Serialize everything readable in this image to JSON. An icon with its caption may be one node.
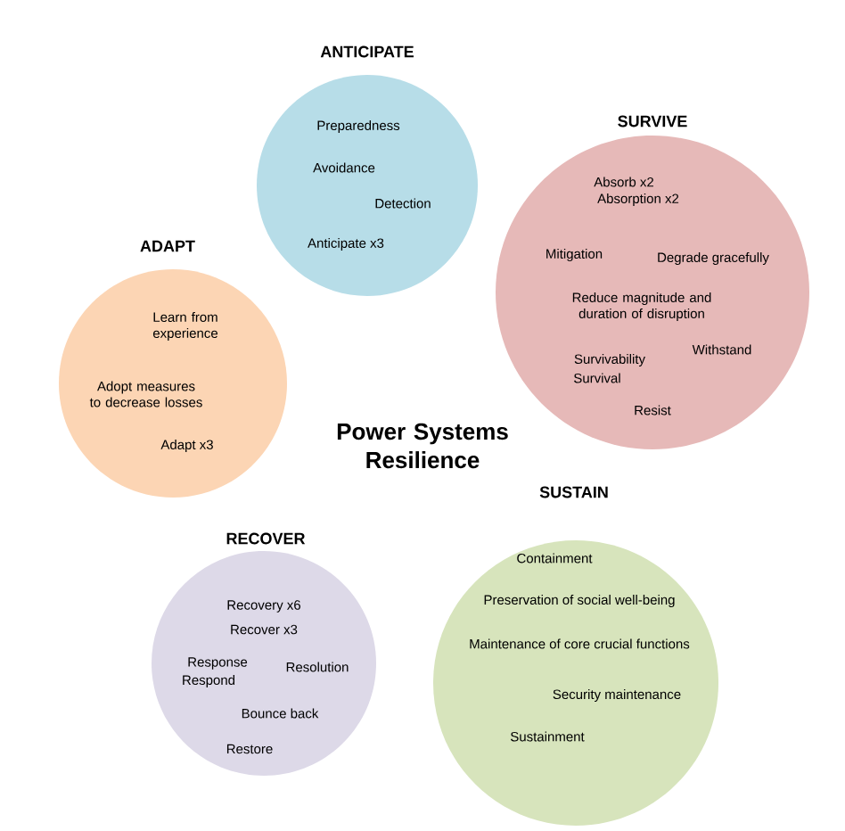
{
  "diagram": {
    "title": "Power Systems Resilience",
    "nodes": [
      {
        "text": [
          "ANTICIPATE",
          "Preparedness",
          "Avoidance",
          "Detection",
          "Anticipate x3"
        ]
      },
      {
        "text": [
          "SURVIVE",
          "Absorb x2",
          "Absorption x2",
          "Mitigation",
          "Degrade gracefully",
          "Reduce magnitude and duration of disruption",
          "Withstand",
          "Survivability",
          "Survival",
          "Resist"
        ]
      },
      {
        "text": [
          "ADAPT",
          "Learn from experience",
          "Adopt measures to decrease losses",
          "Adapt x3"
        ]
      },
      {
        "text": [
          "RECOVER",
          "Recovery x6",
          "Recover x3",
          "Response",
          "Respond",
          "Resolution",
          "Bounce back",
          "Restore"
        ]
      },
      {
        "text": [
          "SUSTAIN",
          "Containment",
          "Preservation of social well-being",
          "Maintenance of core crucial functions",
          "Security maintenance",
          "Sustainment"
        ]
      }
    ]
  }
}
